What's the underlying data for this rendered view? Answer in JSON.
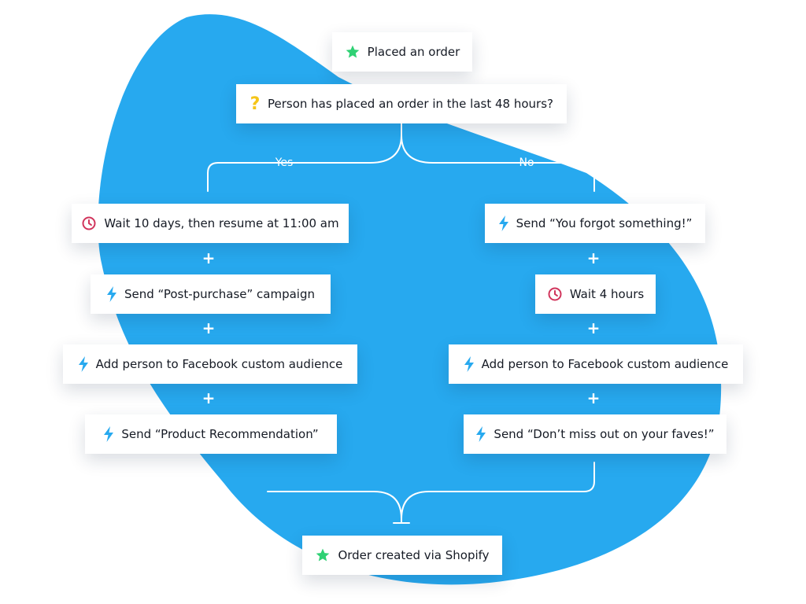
{
  "colors": {
    "blob": "#27a9ef",
    "connector": "#ffffff",
    "trigger_icon": "#2fd174",
    "condition_icon": "#f5c518",
    "delay_icon": "#d1355c",
    "action_icon": "#27a9ef"
  },
  "trigger": {
    "label": "Placed an order",
    "icon": "star-icon"
  },
  "condition": {
    "label": "Person has placed an order in the last 48 hours?",
    "icon": "question-icon"
  },
  "branches": {
    "yes": {
      "label": "Yes",
      "steps": [
        {
          "label": "Wait 10 days, then resume at 11:00 am",
          "icon": "clock-icon"
        },
        {
          "label": "Send “Post-purchase” campaign",
          "icon": "lightning-icon"
        },
        {
          "label": "Add person to Facebook custom audience",
          "icon": "lightning-icon"
        },
        {
          "label": "Send “Product Recommendation”",
          "icon": "lightning-icon"
        }
      ],
      "connectors": [
        "+",
        "+",
        "+"
      ]
    },
    "no": {
      "label": "No",
      "steps": [
        {
          "label": "Send “You forgot something!”",
          "icon": "lightning-icon"
        },
        {
          "label": "Wait 4 hours",
          "icon": "clock-icon"
        },
        {
          "label": "Add person to Facebook custom audience",
          "icon": "lightning-icon"
        },
        {
          "label": "Send “Don’t miss out on your faves!”",
          "icon": "lightning-icon"
        }
      ],
      "connectors": [
        "+",
        "+",
        "+"
      ]
    }
  },
  "exit": {
    "label": "Order created via Shopify",
    "icon": "star-icon"
  }
}
